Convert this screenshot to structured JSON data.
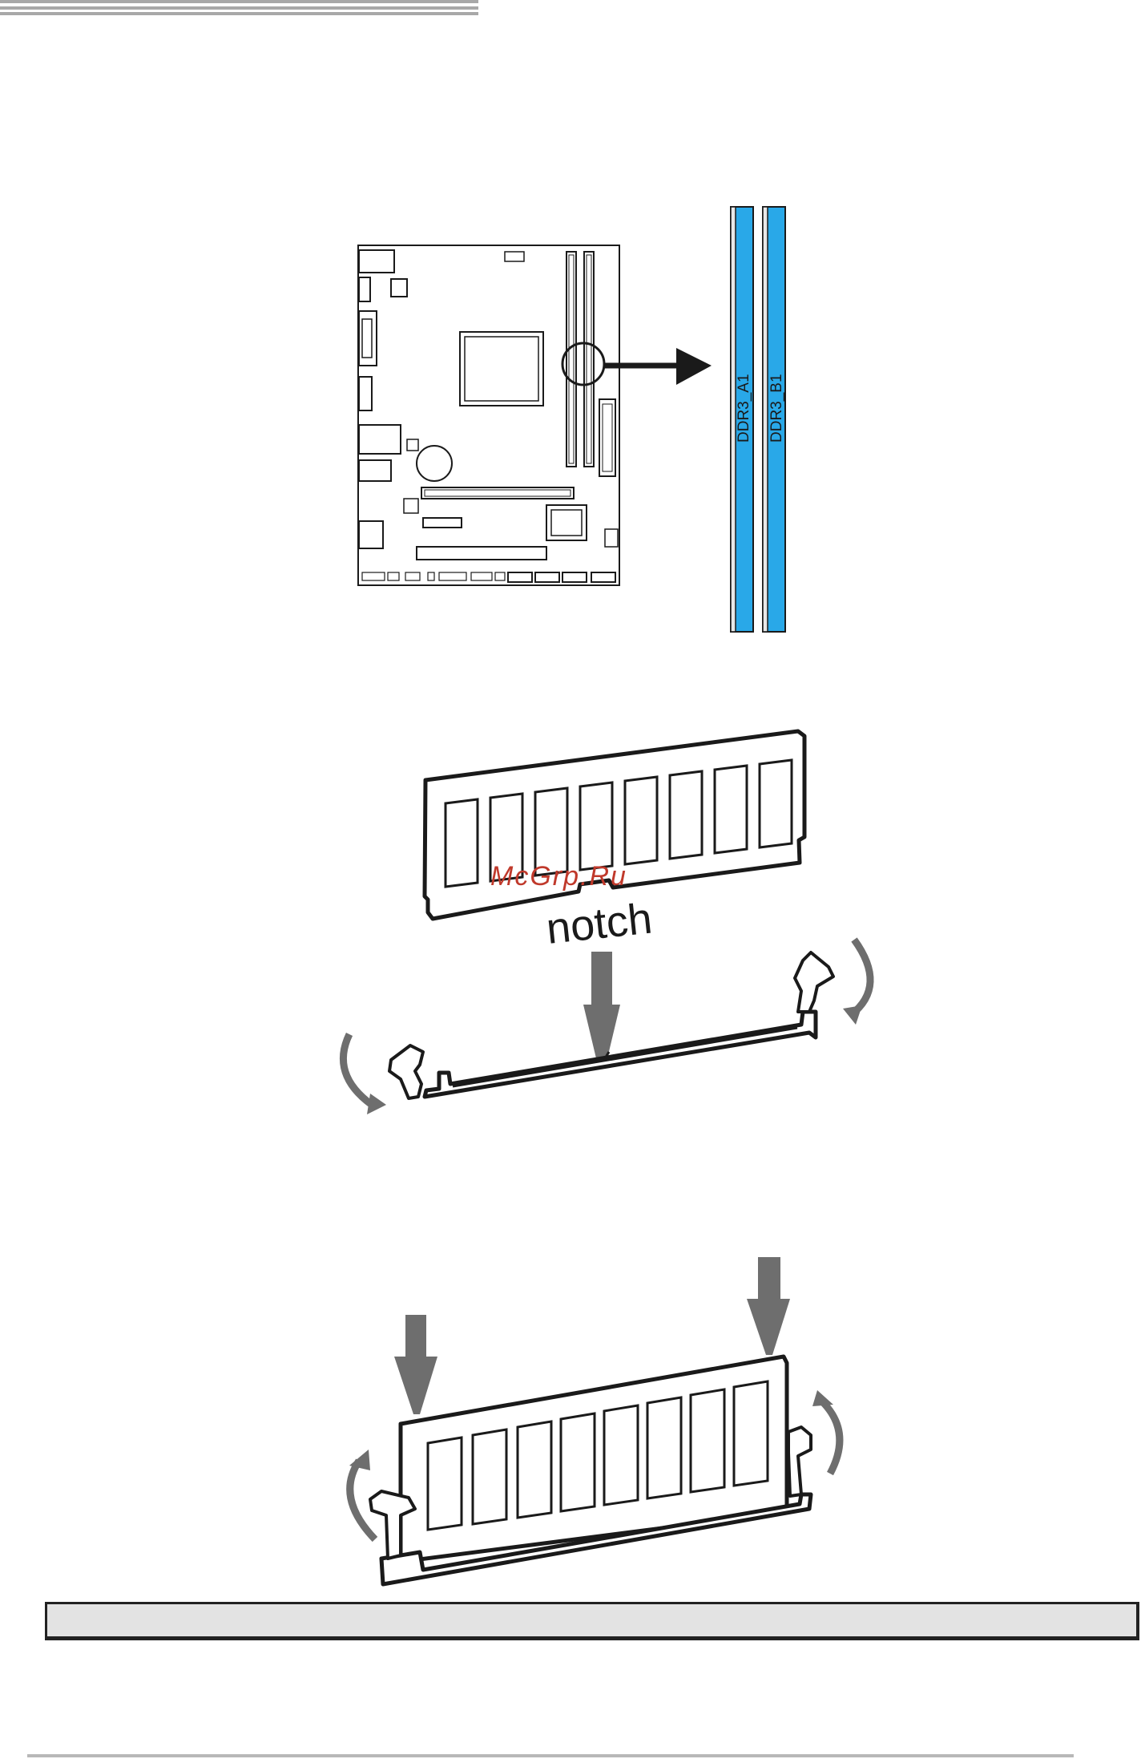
{
  "slots": {
    "a1_label": "DDR3_A1",
    "b1_label": "DDR3_B1",
    "slot_color": "#29a8e8"
  },
  "install_step": {
    "notch_label": "notch"
  },
  "watermark": {
    "text": "McGrp.Ru",
    "color": "#c0392b"
  },
  "colors": {
    "line": "#1a1a1a",
    "arrow": "#6e6e6e",
    "note_bar": "#e3e3e3"
  },
  "footer": {
    "note_text": ""
  }
}
